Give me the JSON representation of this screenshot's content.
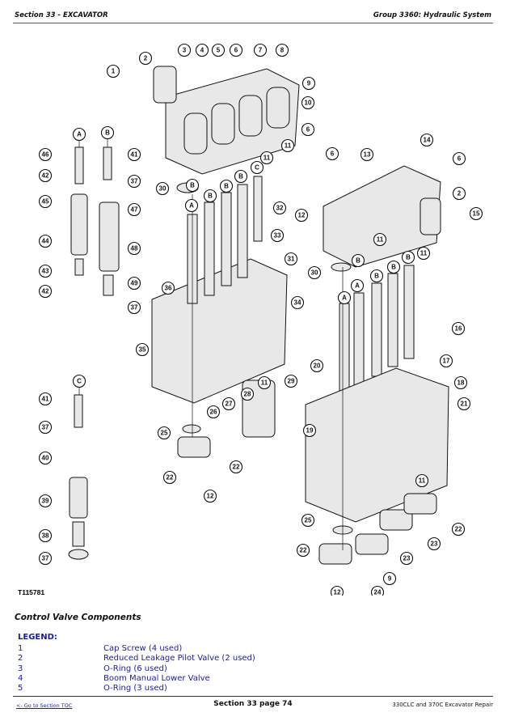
{
  "header": {
    "section": "Section 33 - EXCAVATOR",
    "group": "Group 3360: Hydraulic System"
  },
  "figure": {
    "id": "T115781",
    "callouts": [
      "1",
      "2",
      "3",
      "4",
      "5",
      "6",
      "7",
      "8",
      "9",
      "10",
      "6",
      "11",
      "11",
      "A",
      "B",
      "46",
      "41",
      "42",
      "37",
      "45",
      "47",
      "44",
      "48",
      "43",
      "49",
      "42",
      "37",
      "30",
      "B",
      "B",
      "B",
      "B",
      "C",
      "32",
      "33",
      "31",
      "A",
      "36",
      "34",
      "35",
      "C",
      "41",
      "37",
      "40",
      "39",
      "38",
      "37",
      "11",
      "29",
      "28",
      "27",
      "26",
      "25",
      "22",
      "22",
      "12",
      "6",
      "13",
      "14",
      "6",
      "2",
      "15",
      "12",
      "11",
      "11",
      "30",
      "B",
      "B",
      "B",
      "B",
      "A",
      "A",
      "16",
      "17",
      "18",
      "20",
      "21",
      "19",
      "11",
      "22",
      "23",
      "23",
      "25",
      "22",
      "9",
      "12",
      "24"
    ]
  },
  "caption": "Control Valve Components",
  "legend": {
    "title": "LEGEND:",
    "items": [
      {
        "num": "1",
        "desc": "Cap Screw (4 used)"
      },
      {
        "num": "2",
        "desc": "Reduced Leakage Pilot Valve (2 used)"
      },
      {
        "num": "3",
        "desc": "O-Ring (6 used)"
      },
      {
        "num": "4",
        "desc": "Boom Manual Lower Valve"
      },
      {
        "num": "5",
        "desc": "O-Ring (3 used)"
      }
    ]
  },
  "footer": {
    "toc_link": "<- Go to Section TOC",
    "page": "Section 33 page 74",
    "book": "330CLC and 370C Excavator Repair"
  }
}
